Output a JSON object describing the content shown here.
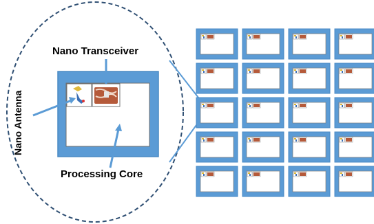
{
  "labels": {
    "transceiver": "Nano Transceiver",
    "antenna": "Nano Antenna",
    "core": "Processing Core"
  },
  "grid": {
    "rows": 5,
    "cols": 4
  },
  "colors": {
    "node_frame": "#5b9bd5",
    "node_frame_stroke": "#4a8ac4",
    "dashed_outline": "#2f4f73",
    "connector": "#5b9bd5",
    "chip": "#b55a3a",
    "antenna_icon": "#e0b93a"
  }
}
